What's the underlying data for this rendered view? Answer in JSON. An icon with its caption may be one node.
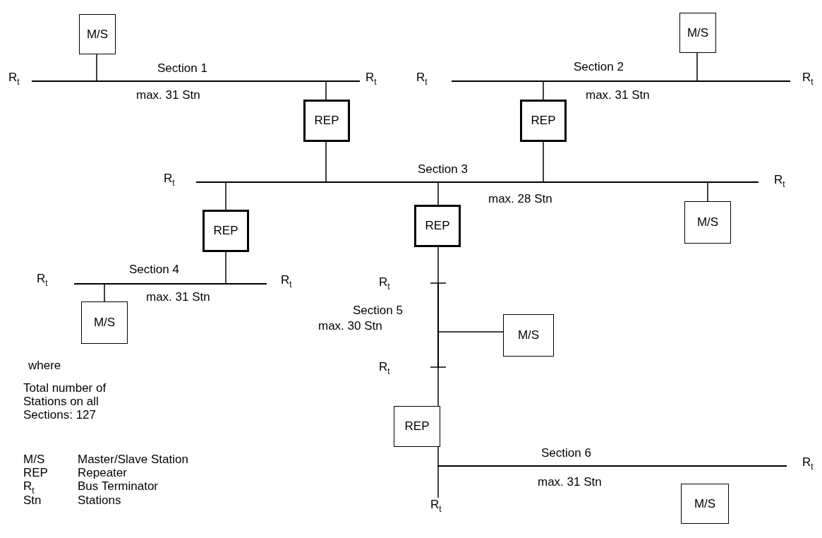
{
  "diagram": {
    "nodes": [
      {
        "text": [
          "M/S"
        ]
      },
      {
        "text": [],
        "shape": "bar",
        "beside": [
          "R$_{t}$",
          "Section 1",
          "R$_{t}$",
          "max. 31 Stn"
        ]
      },
      {
        "text": [
          "M/S"
        ]
      },
      {
        "text": [],
        "shape": "bar",
        "beside": [
          "R$_{t}$",
          "Section 2",
          "R$_{t}$",
          "max. 31 Stn"
        ]
      },
      {
        "text": [
          "REP"
        ]
      },
      {
        "text": [
          "REP"
        ]
      },
      {
        "text": [],
        "shape": "bar",
        "beside": [
          "R$_{t}$",
          "Section 3",
          "R$_{t}$",
          "max. 28 Stn"
        ]
      },
      {
        "text": [
          "REP"
        ]
      },
      {
        "text": [
          "REP"
        ]
      },
      {
        "text": [
          "M/S"
        ]
      },
      {
        "text": [],
        "shape": "bar",
        "beside": [
          "R$_{t}$",
          "Section 4",
          "R$_{t}$",
          "max. 31 Stn"
        ]
      },
      {
        "text": [
          "M/S"
        ]
      },
      {
        "text": [],
        "shape": "bar",
        "beside": [
          "R$_{t}$",
          "Section 5",
          "max. 30 Stn",
          "R$_{t}$"
        ]
      },
      {
        "text": [
          "M/S"
        ]
      },
      {
        "text": [
          "REP"
        ]
      },
      {
        "text": [],
        "shape": "bar",
        "beside": [
          "Section 6",
          "R$_{t}$",
          "max. 31 Stn",
          "R$_{t}$"
        ]
      },
      {
        "text": [
          "M/S"
        ]
      }
    ],
    "edges": [
      {
        "from": 0,
        "to": 1,
        "arrow": "none"
      },
      {
        "from": 1,
        "to": 4,
        "arrow": "none"
      },
      {
        "from": 4,
        "to": 6,
        "arrow": "none"
      },
      {
        "from": 2,
        "to": 3,
        "arrow": "none"
      },
      {
        "from": 3,
        "to": 5,
        "arrow": "none"
      },
      {
        "from": 5,
        "to": 6,
        "arrow": "none"
      },
      {
        "from": 6,
        "to": 7,
        "arrow": "none"
      },
      {
        "from": 7,
        "to": 10,
        "arrow": "none"
      },
      {
        "from": 6,
        "to": 8,
        "arrow": "none"
      },
      {
        "from": 6,
        "to": 9,
        "arrow": "none"
      },
      {
        "from": 10,
        "to": 11,
        "arrow": "none"
      },
      {
        "from": 8,
        "to": 12,
        "arrow": "none"
      },
      {
        "from": 12,
        "to": 13,
        "arrow": "none"
      },
      {
        "from": 12,
        "to": 14,
        "arrow": "none"
      },
      {
        "from": 14,
        "to": 15,
        "arrow": "none"
      }
    ],
    "labels": [
      "where",
      "Total number of Stations on all Sections: 127",
      "M/S",
      "Master/Slave Station",
      "REP",
      "Repeater",
      "R$_{t}$",
      "Bus Terminator",
      "Stn",
      "Stations"
    ]
  }
}
